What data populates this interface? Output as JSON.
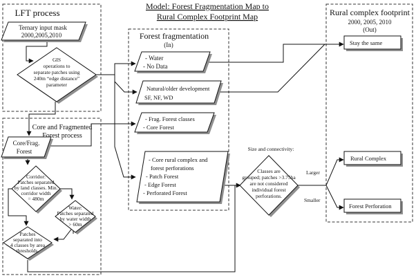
{
  "title": {
    "line1": "Model: Forest Fragmentation Map to",
    "line2": "Rural Complex Footprint Map"
  },
  "lft": {
    "header": "LFT process",
    "input_lines": [
      "Ternary input mask",
      "2000,2005,2010"
    ],
    "gis_lines": [
      "GIS",
      "operations to",
      "separate patches using",
      "240m “edge distance”",
      "parameter"
    ]
  },
  "core": {
    "header_lines": [
      "Core and Fragmented",
      "Forest process"
    ],
    "coreforest_lines": [
      "Core/Frag.",
      "Forest"
    ],
    "corridor_lines": [
      "Corridor:",
      "Patches separated",
      "by land classes. Min.",
      "corridor width",
      "= 480m"
    ],
    "water_lines": [
      "Water:",
      "Patches separated",
      "by water width",
      "> 60m"
    ],
    "patches_lines": [
      "Patches",
      "separated into",
      "4 classes by area",
      "thresholds."
    ]
  },
  "frag": {
    "header": "Forest fragmentation",
    "sub": "(In)",
    "box1_lines": [
      "- Water",
      "- No Data"
    ],
    "box2_lines": [
      "Natural/older development",
      "SF, NF, WD"
    ],
    "box3_lines": [
      "- Frag. Forest classes",
      "- Core Forest"
    ],
    "box4_lines": [
      "- Core rural complex and",
      "forest perforations",
      "- Patch Forest",
      "- Edge Forest",
      "- Perforated Forest"
    ]
  },
  "decision": {
    "above": "Size and connectivity:",
    "lines": [
      "Classes are",
      "grouped; patches >3.75ha",
      "are not considered",
      "individual forest",
      "perforations."
    ],
    "larger": "Larger",
    "smaller": "Smaller"
  },
  "rural": {
    "header": "Rural complex footprint",
    "years": "2000, 2005, 2010",
    "sub": "(Out)",
    "out1": "Stay the same",
    "out2": "Rural Complex",
    "out3": "Forest Perforation"
  }
}
